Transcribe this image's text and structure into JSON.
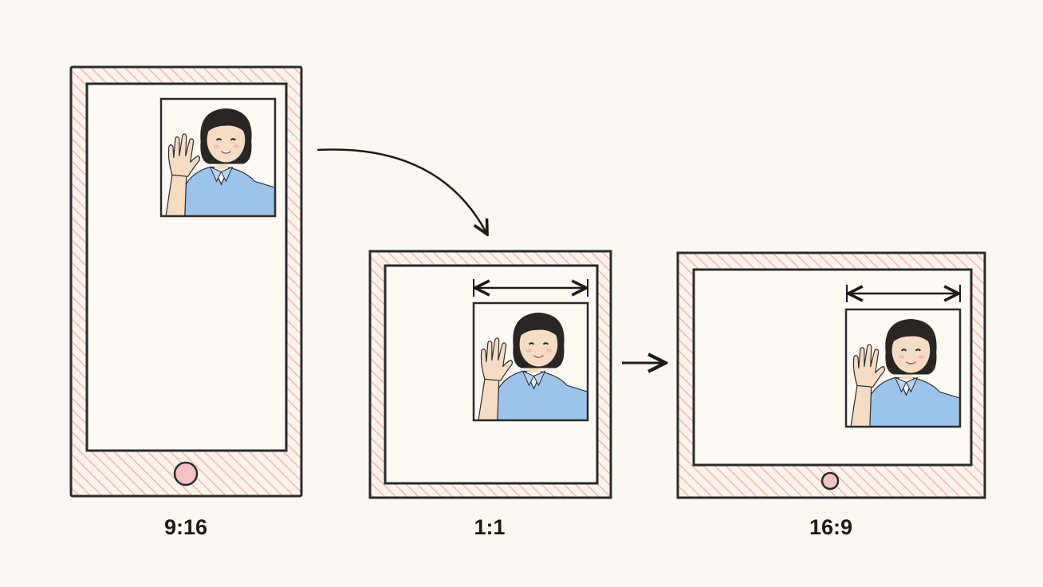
{
  "colors": {
    "background": "#fbf8f1",
    "frame_outline": "#2b2b2b",
    "hatch": "#f2b9ad",
    "home_button": "#f6c2c6",
    "screen": "#fdfaf4",
    "shirt": "#9cc3ea",
    "hair": "#2a2624",
    "skin": "#f7dcc4"
  },
  "devices": [
    {
      "id": "portrait",
      "aspect_label": "9:16"
    },
    {
      "id": "square",
      "aspect_label": "1:1"
    },
    {
      "id": "landscape",
      "aspect_label": "16:9"
    }
  ],
  "icons": {
    "curved_arrow": "curved-arrow-icon",
    "right_arrow": "right-arrow-icon",
    "width_arrow": "double-headed-arrow-icon",
    "person": "waving-person-icon"
  }
}
